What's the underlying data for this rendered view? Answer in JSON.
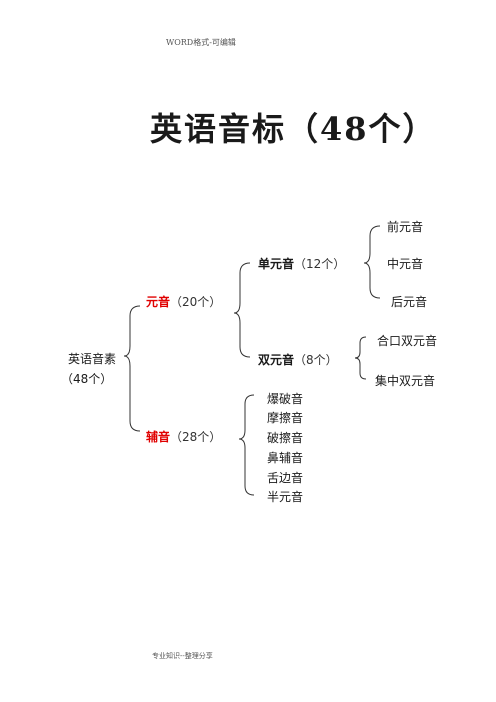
{
  "header": "WORD格式-可编辑",
  "title": "英语音标（48个）",
  "footer": "专业知识--整理分享",
  "root": {
    "label": "英语音素",
    "count": "（48个）"
  },
  "vowels": {
    "label": "元音",
    "count": "（20个）",
    "monophthongs": {
      "label": "单元音",
      "count": "（12个）",
      "items": [
        "前元音",
        "中元音",
        "后元音"
      ]
    },
    "diphthongs": {
      "label": "双元音",
      "count": "（8个）",
      "items": [
        "合口双元音",
        "集中双元音"
      ]
    }
  },
  "consonants": {
    "label": "辅音",
    "count": "（28个）",
    "items": [
      "爆破音",
      "摩擦音",
      "破擦音",
      "鼻辅音",
      "舌边音",
      "半元音"
    ]
  }
}
